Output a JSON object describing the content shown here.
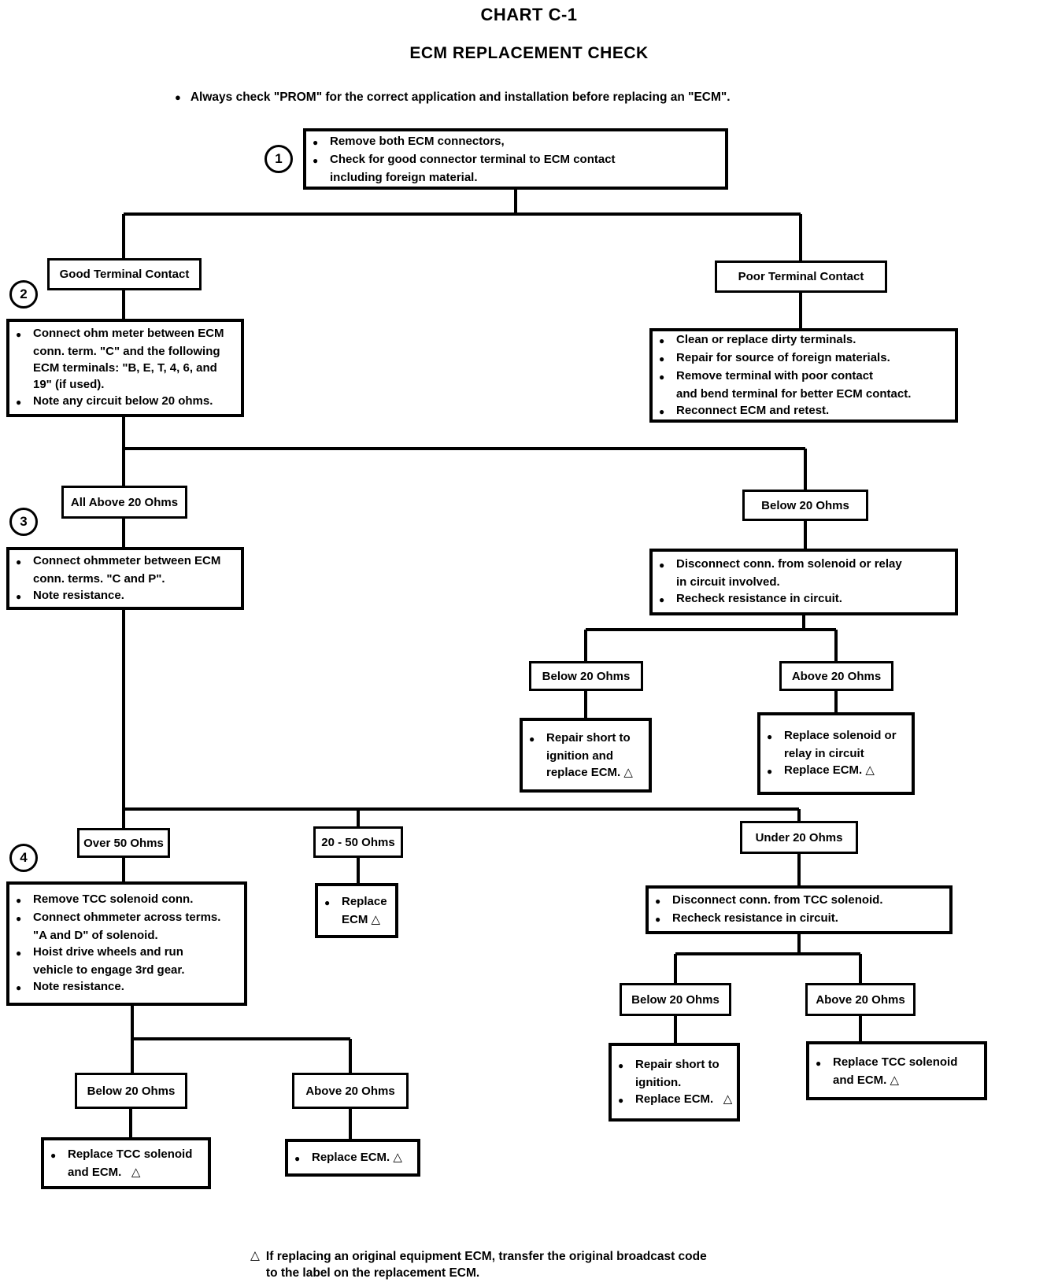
{
  "title": "CHART C-1",
  "subtitle": "ECM REPLACEMENT CHECK",
  "glyphs": {
    "bullet": "●",
    "triangle": "△"
  },
  "note": "Always check \"PROM\" for the correct application and installation before replacing an \"ECM\".",
  "step_numbers": {
    "s1": "1",
    "s2": "2",
    "s3": "3",
    "s4": "4"
  },
  "branch_labels": {
    "good_terminal": "Good Terminal Contact",
    "poor_terminal": "Poor Terminal Contact",
    "all_above_20": "All Above 20 Ohms",
    "below_20": "Below 20 Ohms",
    "above_20": "Above 20 Ohms",
    "over_50": "Over 50 Ohms",
    "range_20_50": "20 - 50 Ohms",
    "under_20": "Under 20 Ohms"
  },
  "nodes": {
    "step1": {
      "lines": [
        {
          "b": true,
          "t": "Remove both ECM connectors,"
        },
        {
          "b": true,
          "t": "Check for good connector terminal to ECM contact"
        },
        {
          "b": false,
          "t": "including foreign material."
        }
      ]
    },
    "step2_good": {
      "lines": [
        {
          "b": true,
          "t": "Connect ohm meter between ECM"
        },
        {
          "b": false,
          "t": "conn. term. \"C\" and the following"
        },
        {
          "b": false,
          "t": "ECM terminals: \"B, E, T, 4, 6, and"
        },
        {
          "b": false,
          "t": "19\" (if used)."
        },
        {
          "b": true,
          "t": "Note any circuit below 20 ohms."
        }
      ]
    },
    "step2_poor": {
      "lines": [
        {
          "b": true,
          "t": "Clean or replace dirty terminals."
        },
        {
          "b": true,
          "t": "Repair for source of foreign materials."
        },
        {
          "b": true,
          "t": "Remove terminal with poor contact"
        },
        {
          "b": false,
          "t": "and bend terminal for better ECM contact."
        },
        {
          "b": true,
          "t": "Reconnect ECM and retest."
        }
      ]
    },
    "step3": {
      "lines": [
        {
          "b": true,
          "t": "Connect ohmmeter between ECM"
        },
        {
          "b": false,
          "t": "conn. terms. \"C and P\"."
        },
        {
          "b": true,
          "t": "Note resistance."
        }
      ]
    },
    "solenoid_check": {
      "lines": [
        {
          "b": true,
          "t": "Disconnect conn. from solenoid or relay"
        },
        {
          "b": false,
          "t": "in circuit involved."
        },
        {
          "b": true,
          "t": "Recheck resistance in circuit."
        }
      ]
    },
    "repair_short_ignition_ecm": {
      "lines": [
        {
          "b": true,
          "t": "Repair short to"
        },
        {
          "b": false,
          "t": "ignition and"
        },
        {
          "b": false,
          "t": "replace ECM. △"
        }
      ]
    },
    "replace_solenoid_relay": {
      "lines": [
        {
          "b": true,
          "t": "Replace solenoid or"
        },
        {
          "b": false,
          "t": "relay in circuit"
        },
        {
          "b": true,
          "t": "Replace ECM. △"
        }
      ]
    },
    "step4": {
      "lines": [
        {
          "b": true,
          "t": "Remove TCC solenoid conn."
        },
        {
          "b": true,
          "t": "Connect ohmmeter across terms."
        },
        {
          "b": false,
          "t": "\"A and D\" of solenoid."
        },
        {
          "b": true,
          "t": "Hoist drive wheels and run"
        },
        {
          "b": false,
          "t": "vehicle to engage 3rd gear."
        },
        {
          "b": true,
          "t": "Note resistance."
        }
      ]
    },
    "replace_ecm_mid": {
      "lines": [
        {
          "b": true,
          "t": "Replace"
        },
        {
          "b": false,
          "t": "ECM △"
        }
      ]
    },
    "tcc_check": {
      "lines": [
        {
          "b": true,
          "t": "Disconnect conn. from TCC solenoid."
        },
        {
          "b": true,
          "t": "Recheck resistance in circuit."
        }
      ]
    },
    "repair_short_ignition": {
      "lines": [
        {
          "b": true,
          "t": "Repair short to"
        },
        {
          "b": false,
          "t": "ignition."
        },
        {
          "b": true,
          "t": "Replace ECM.   △"
        }
      ]
    },
    "replace_tcc_ecm_right": {
      "lines": [
        {
          "b": true,
          "t": "Replace TCC solenoid"
        },
        {
          "b": false,
          "t": "and ECM. △"
        }
      ]
    },
    "replace_tcc_ecm_left": {
      "lines": [
        {
          "b": true,
          "t": "Replace TCC solenoid"
        },
        {
          "b": false,
          "t": "and ECM.   △"
        }
      ]
    },
    "replace_ecm_bottom": {
      "lines": [
        {
          "b": true,
          "t": "Replace ECM. △"
        }
      ]
    }
  },
  "footer": {
    "lines": [
      "If replacing an original equipment ECM, transfer the original broadcast code",
      "to the label on the replacement ECM."
    ]
  }
}
